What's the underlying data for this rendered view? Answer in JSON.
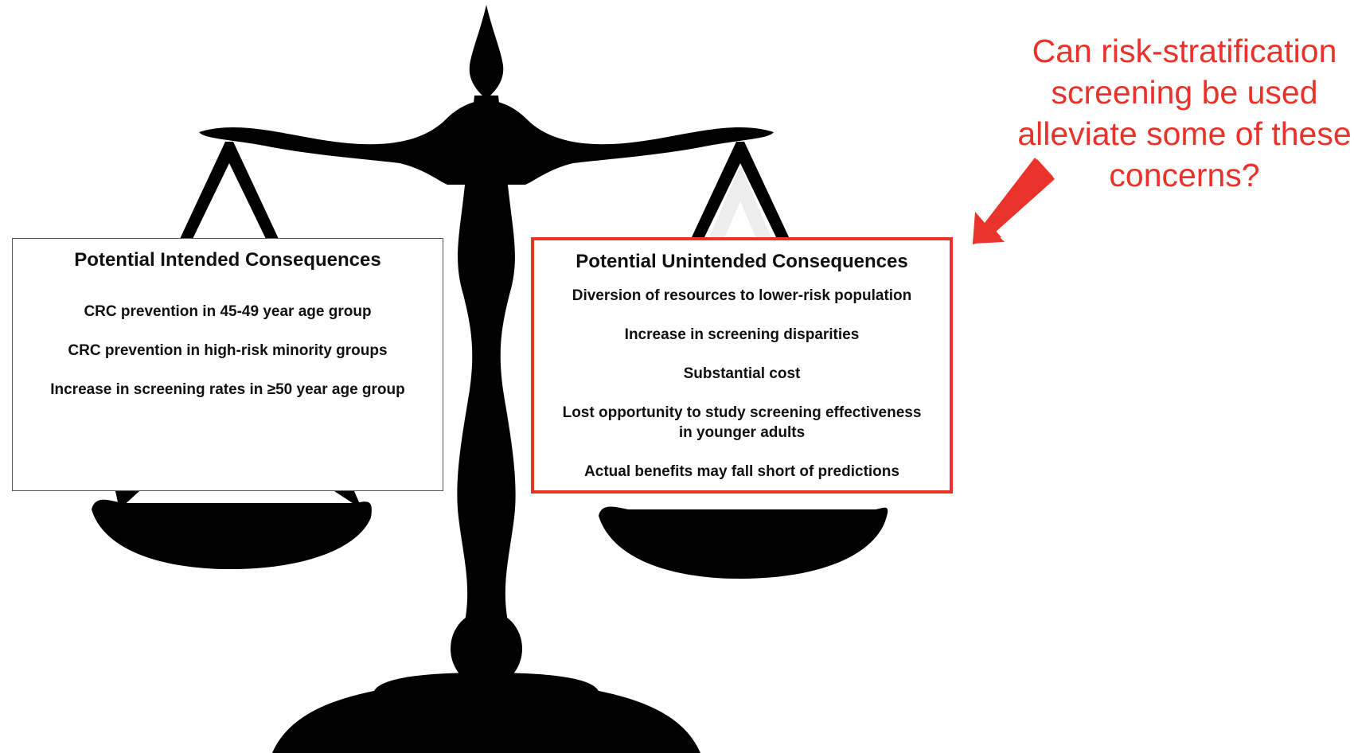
{
  "left_box": {
    "title": "Potential Intended Consequences",
    "items": [
      "CRC prevention in 45-49 year age group",
      "CRC prevention in high-risk minority groups",
      "Increase in screening rates in ≥50 year age group"
    ]
  },
  "right_box": {
    "title": "Potential Unintended Consequences",
    "items": [
      "Diversion of resources to lower-risk population",
      "Increase in screening disparities",
      "Substantial cost",
      "Lost opportunity to study screening effectiveness\nin younger adults",
      "Actual benefits may fall short of predictions"
    ],
    "border_color": "#e8322a"
  },
  "callout": {
    "text": "Can risk-stratification screening be used alleviate some of these concerns?",
    "color": "#e8322a"
  },
  "icons": [
    "balance-scale-icon",
    "red-arrow-icon"
  ]
}
